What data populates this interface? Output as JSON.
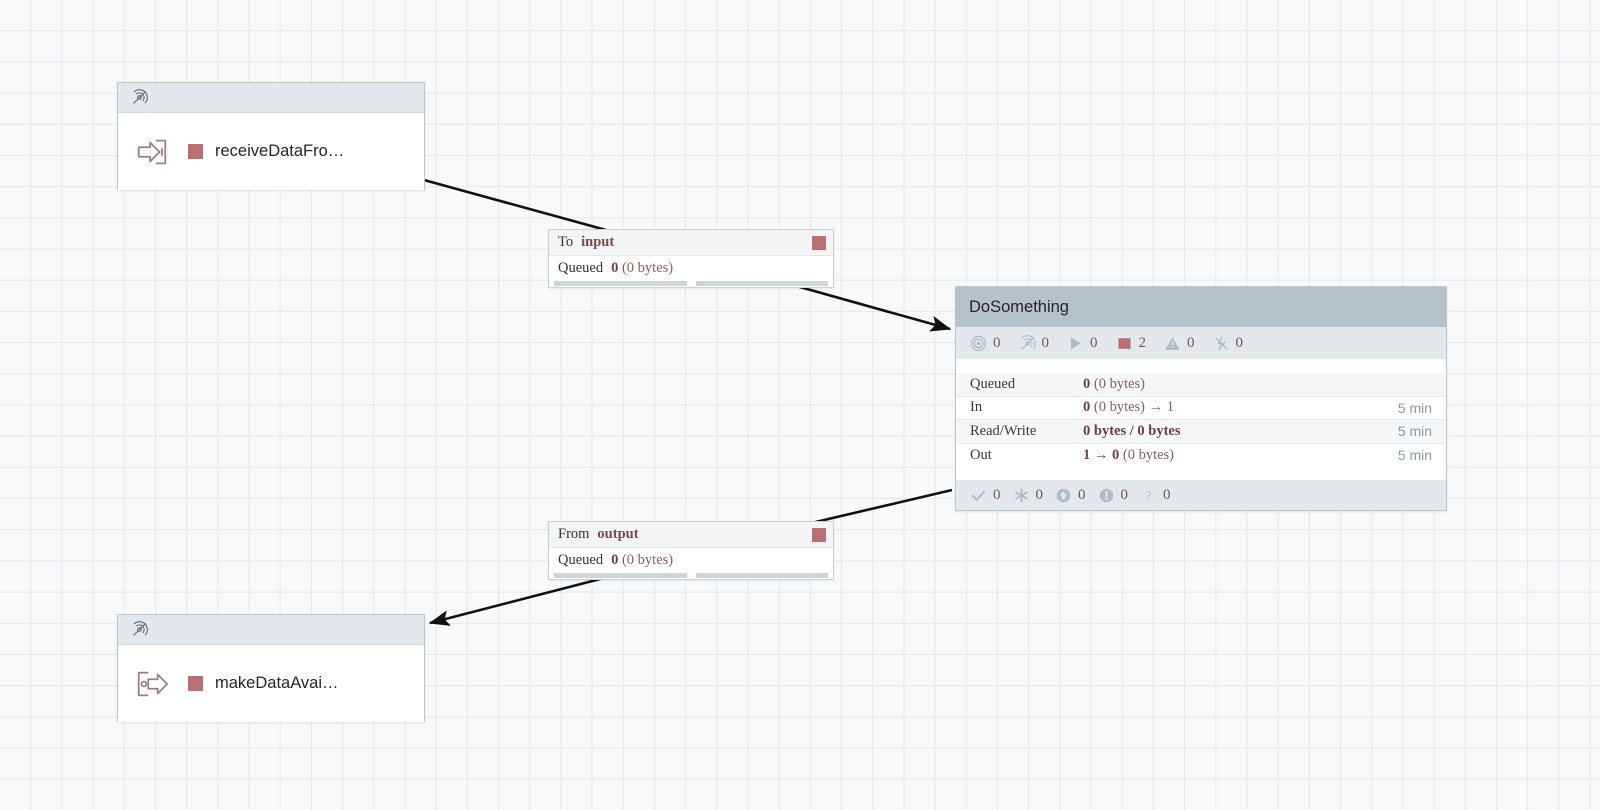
{
  "canvas": {
    "background_color": "#f8f9fa",
    "grid_color": "#e3e8ec",
    "accent_color": "#ba7070",
    "header_color": "#b6c2c9"
  },
  "nodes": {
    "input_port": {
      "type": "input-port",
      "name": "receiveDataFro…",
      "icon": "input-port-icon",
      "header_icon": "no-transmit-icon",
      "swatch_color": "#ba7070"
    },
    "output_port": {
      "type": "output-port",
      "name": "makeDataAvai…",
      "icon": "output-port-icon",
      "header_icon": "no-transmit-icon",
      "swatch_color": "#ba7070"
    },
    "processor": {
      "title": "DoSomething",
      "run_status": [
        {
          "icon": "transmitting-icon",
          "name": "active-threads",
          "value": "0"
        },
        {
          "icon": "not-transmitting-icon",
          "name": "inactive-threads",
          "value": "0"
        },
        {
          "icon": "running-icon",
          "name": "running-count",
          "value": "0"
        },
        {
          "icon": "stopped-icon",
          "name": "stopped-count",
          "value": "2"
        },
        {
          "icon": "invalid-icon",
          "name": "invalid-count",
          "value": "0"
        },
        {
          "icon": "disabled-icon",
          "name": "disabled-count",
          "value": "0"
        }
      ],
      "metrics": [
        {
          "label": "Queued",
          "value_bold": "0",
          "value_rest": "(0 bytes)",
          "time": ""
        },
        {
          "label": "In",
          "value_bold": "0",
          "value_rest": "(0 bytes) → 1",
          "time": "5 min"
        },
        {
          "label": "Read/Write",
          "value_bold": "0 bytes / 0 bytes",
          "value_rest": "",
          "time": "5 min"
        },
        {
          "label": "Out",
          "value_bold": "1 → 0",
          "value_rest": "(0 bytes)",
          "time": "5 min"
        }
      ],
      "bulletins": [
        {
          "icon": "check-icon",
          "name": "success-count",
          "value": "0"
        },
        {
          "icon": "asterisk-icon",
          "name": "versioned-count",
          "value": "0"
        },
        {
          "icon": "up-arrow-circle-icon",
          "name": "upload-count",
          "value": "0"
        },
        {
          "icon": "exclamation-circle-icon",
          "name": "warning-count",
          "value": "0"
        },
        {
          "icon": "question-icon",
          "name": "unknown-count",
          "value": "0"
        }
      ]
    }
  },
  "connections": [
    {
      "direction": "To",
      "relationship": "input",
      "queued_label": "Queued",
      "queued_bold": "0",
      "queued_rest": "(0 bytes)",
      "swatch_color": "#ba7070"
    },
    {
      "direction": "From",
      "relationship": "output",
      "queued_label": "Queued",
      "queued_bold": "0",
      "queued_rest": "(0 bytes)",
      "swatch_color": "#ba7070"
    }
  ]
}
